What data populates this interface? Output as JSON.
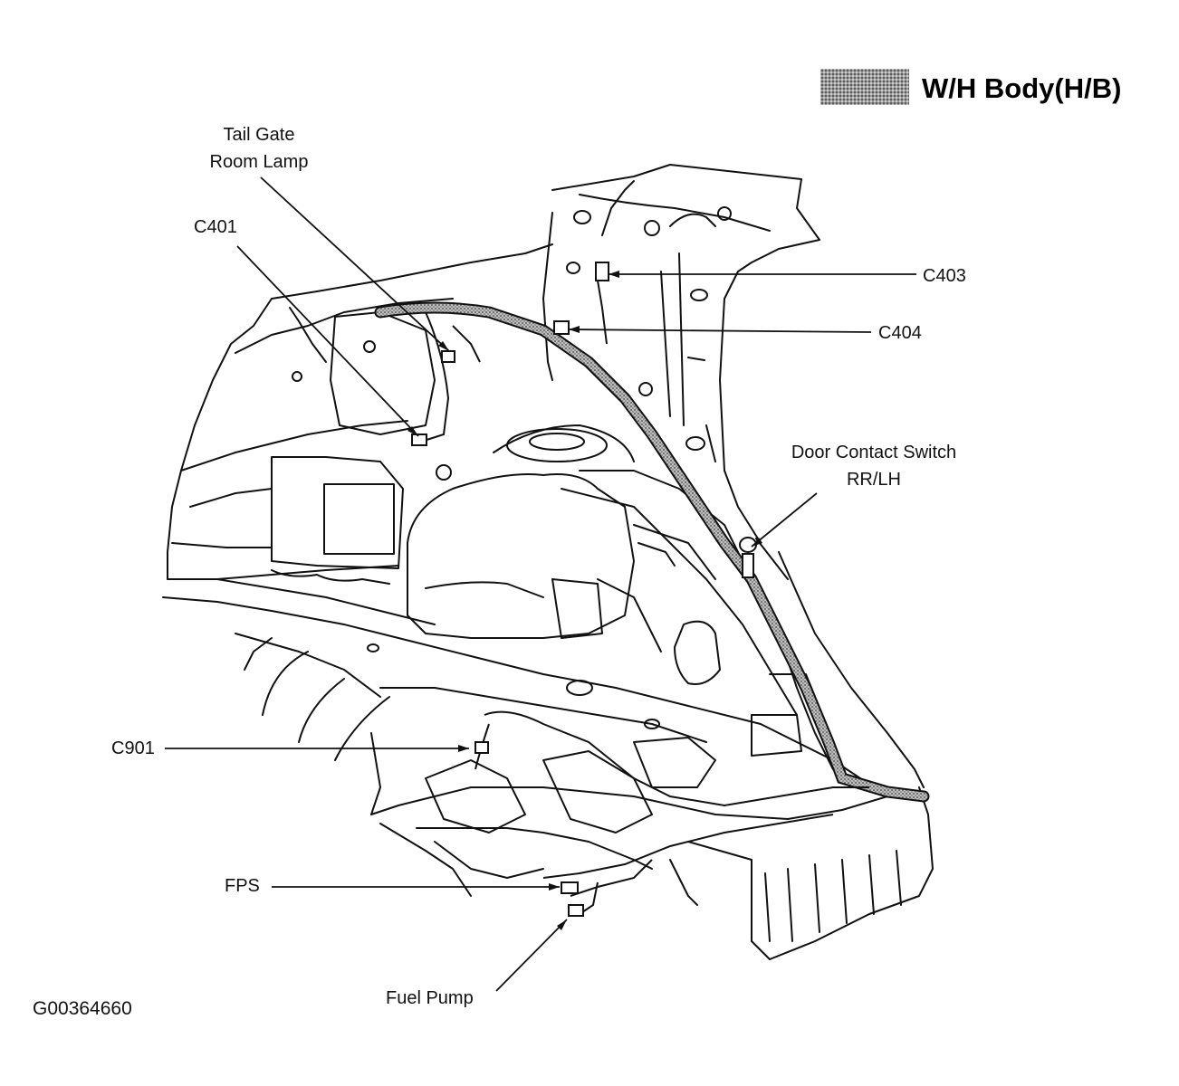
{
  "header": {
    "title": "W/H Body(H/B)",
    "legend_swatch_color": "#9a9a9a"
  },
  "callouts": {
    "tail_gate_room_lamp": {
      "line1": "Tail Gate",
      "line2": "Room Lamp"
    },
    "c401": "C401",
    "c403": "C403",
    "c404": "C404",
    "door_contact_switch": {
      "line1": "Door Contact Switch",
      "line2": "RR/LH"
    },
    "c901": "C901",
    "fps": "FPS",
    "fuel_pump": "Fuel Pump"
  },
  "figure_code": "G00364660",
  "colors": {
    "line": "#111111",
    "harness": "#6e6e6e",
    "background": "#ffffff"
  }
}
